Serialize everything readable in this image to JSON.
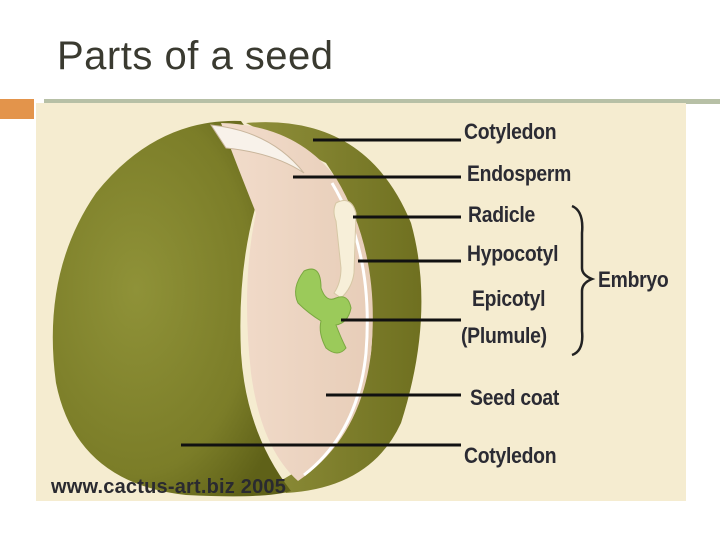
{
  "slide": {
    "title": "Parts of a seed"
  },
  "figure": {
    "labels": {
      "cotyledon_top": "Cotyledon",
      "endosperm": "Endosperm",
      "radicle": "Radicle",
      "hypocotyl": "Hypocotyl",
      "epicotyl": "Epicotyl",
      "plumule": "(Plumule)",
      "embryo": "Embryo",
      "seed_coat": "Seed coat",
      "cotyledon_bottom": "Cotyledon"
    },
    "credit": "www.cactus-art.biz 2005"
  },
  "colors": {
    "seed_olive": "#7c7e2a",
    "seed_inner": "#eed8c4",
    "embryo_green": "#9bca5a",
    "background": "#f5ecd0",
    "accent_orange": "#e3944b",
    "rule_gray": "#b7c0a6"
  }
}
